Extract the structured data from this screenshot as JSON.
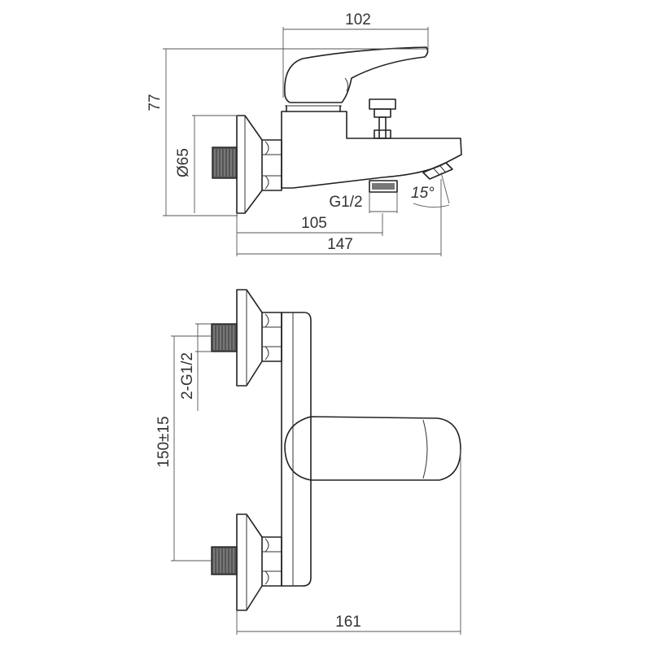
{
  "drawing": {
    "top_view": {
      "dim_top_width": "102",
      "dim_height": "77",
      "dim_diameter": "Ø65",
      "dim_thread": "G1/2",
      "dim_spout_angle": "15°",
      "dim_outlet_distance": "105",
      "dim_total_depth": "147"
    },
    "front_view": {
      "dim_inlet_thread": "2-G1/2",
      "dim_center_distance": "150±15",
      "dim_total_width": "161"
    }
  }
}
